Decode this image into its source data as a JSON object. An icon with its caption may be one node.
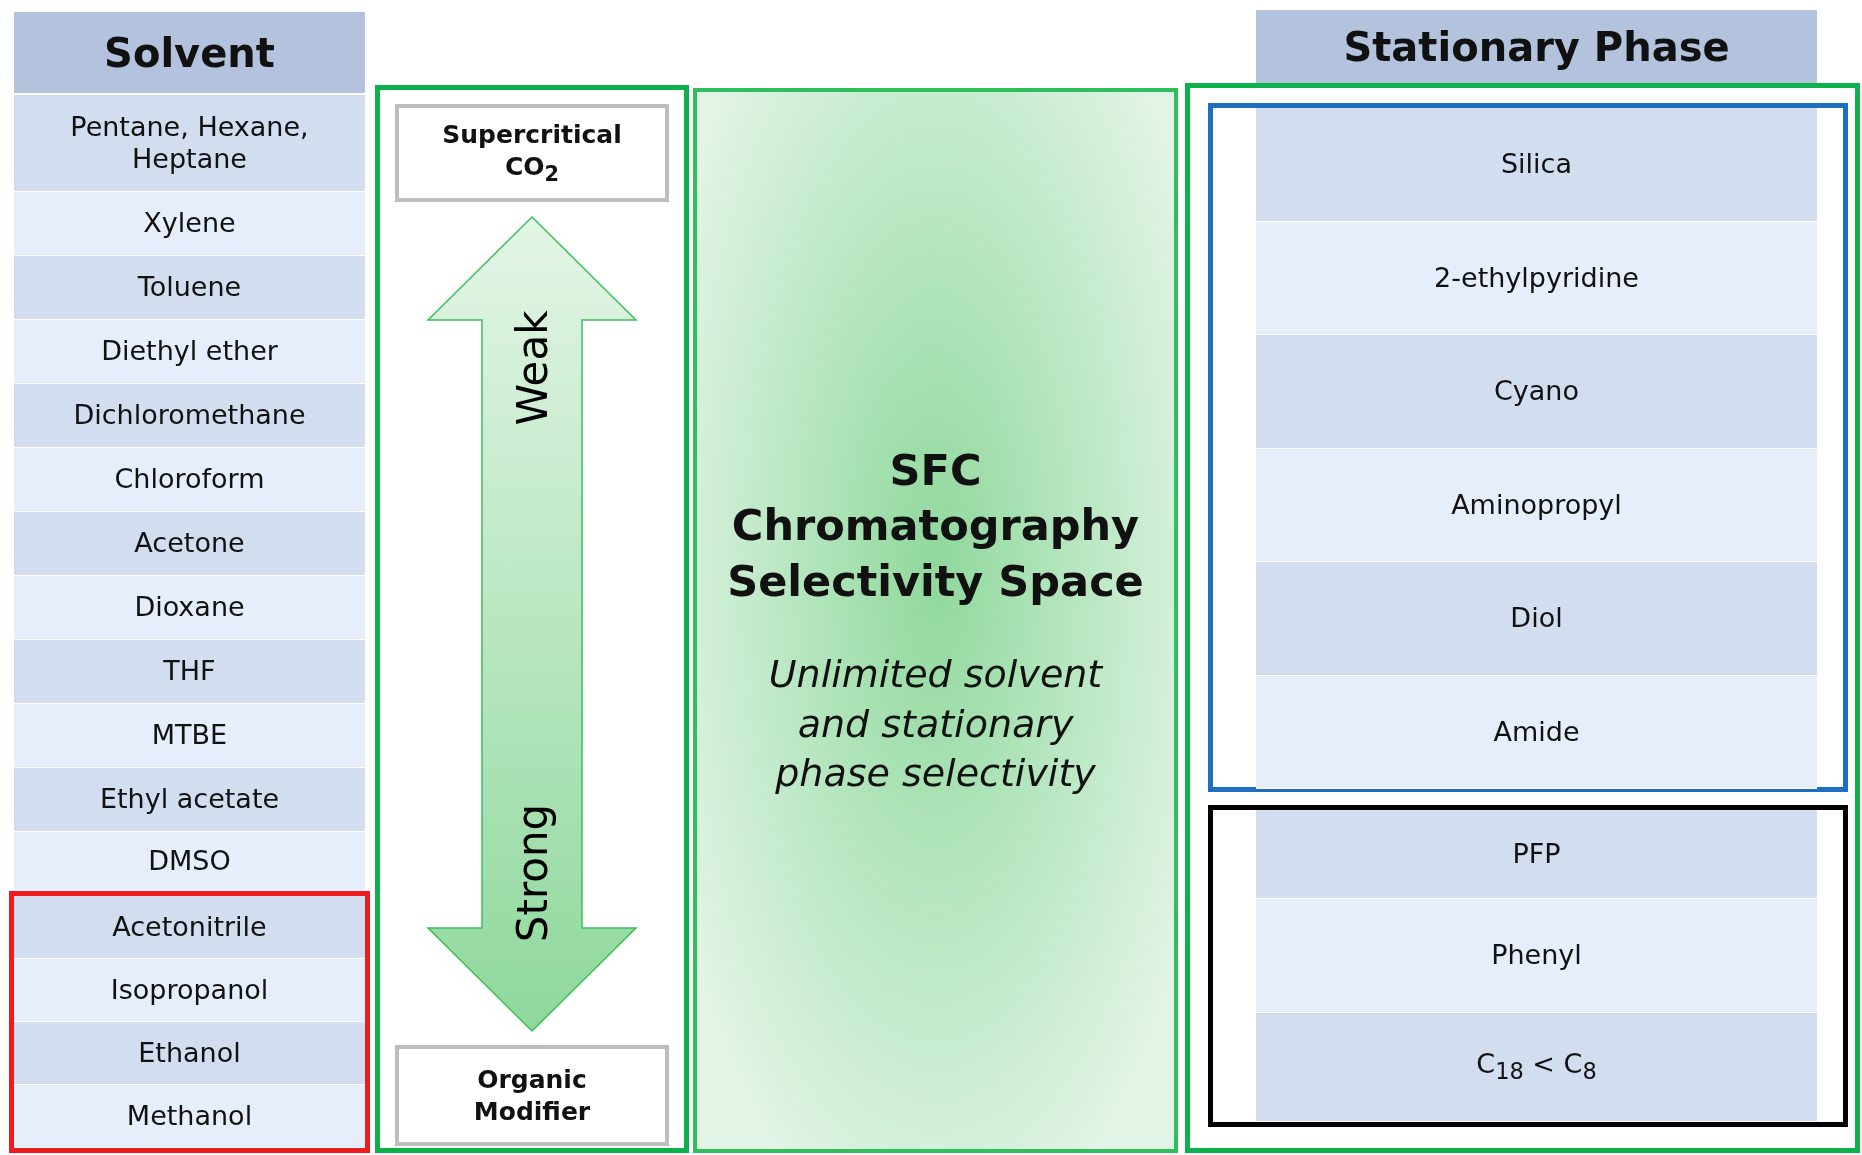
{
  "diagram": {
    "nodes": [
      {
        "text": [
          "Solvent"
        ]
      },
      {
        "text": [
          "Pentane, Hexane, Heptane"
        ]
      },
      {
        "text": [
          "Xylene"
        ]
      },
      {
        "text": [
          "Toluene"
        ]
      },
      {
        "text": [
          "Diethyl ether"
        ]
      },
      {
        "text": [
          "Dichloromethane"
        ]
      },
      {
        "text": [
          "Chloroform"
        ]
      },
      {
        "text": [
          "Acetone"
        ]
      },
      {
        "text": [
          "Dioxane"
        ]
      },
      {
        "text": [
          "THF"
        ]
      },
      {
        "text": [
          "MTBE"
        ]
      },
      {
        "text": [
          "Ethyl acetate"
        ]
      },
      {
        "text": [
          "DMSO"
        ]
      },
      {
        "text": [],
        "shape": "box"
      },
      {
        "text": [
          "Acetonitrile"
        ],
        "in": 13
      },
      {
        "text": [
          "Isopropanol"
        ],
        "in": 13
      },
      {
        "text": [
          "Ethanol"
        ],
        "in": 13
      },
      {
        "text": [
          "Methanol"
        ],
        "in": 13
      },
      {
        "text": [],
        "shape": "box"
      },
      {
        "text": [
          "Supercritical CO$_{2}$"
        ],
        "in": 18
      },
      {
        "text": [
          "Organic Modifier"
        ],
        "in": 18
      },
      {
        "text": [
          "SFC Chromatography Selectivity Space",
          "Unlimited solvent and stationary phase selectivity"
        ]
      },
      {
        "text": [
          "Stationary Phase"
        ]
      },
      {
        "text": [],
        "shape": "box"
      },
      {
        "text": [],
        "shape": "box",
        "in": 23
      },
      {
        "text": [
          "Silica"
        ],
        "in": 24
      },
      {
        "text": [
          "2-ethylpyridine"
        ],
        "in": 24
      },
      {
        "text": [
          "Cyano"
        ],
        "in": 24
      },
      {
        "text": [
          "Aminopropyl"
        ],
        "in": 24
      },
      {
        "text": [
          "Diol"
        ],
        "in": 24
      },
      {
        "text": [
          "Amide"
        ],
        "in": 24
      },
      {
        "text": [],
        "shape": "box",
        "in": 23
      },
      {
        "text": [
          "PFP"
        ],
        "in": 31
      },
      {
        "text": [
          "Phenyl"
        ],
        "in": 31
      },
      {
        "text": [
          "C$_{18}$ < C$_{8}$"
        ],
        "in": 31
      }
    ],
    "edges": [
      {
        "from": 19,
        "to": 20,
        "arrow": "both"
      }
    ],
    "labels": [
      "Weak",
      "Strong"
    ]
  }
}
